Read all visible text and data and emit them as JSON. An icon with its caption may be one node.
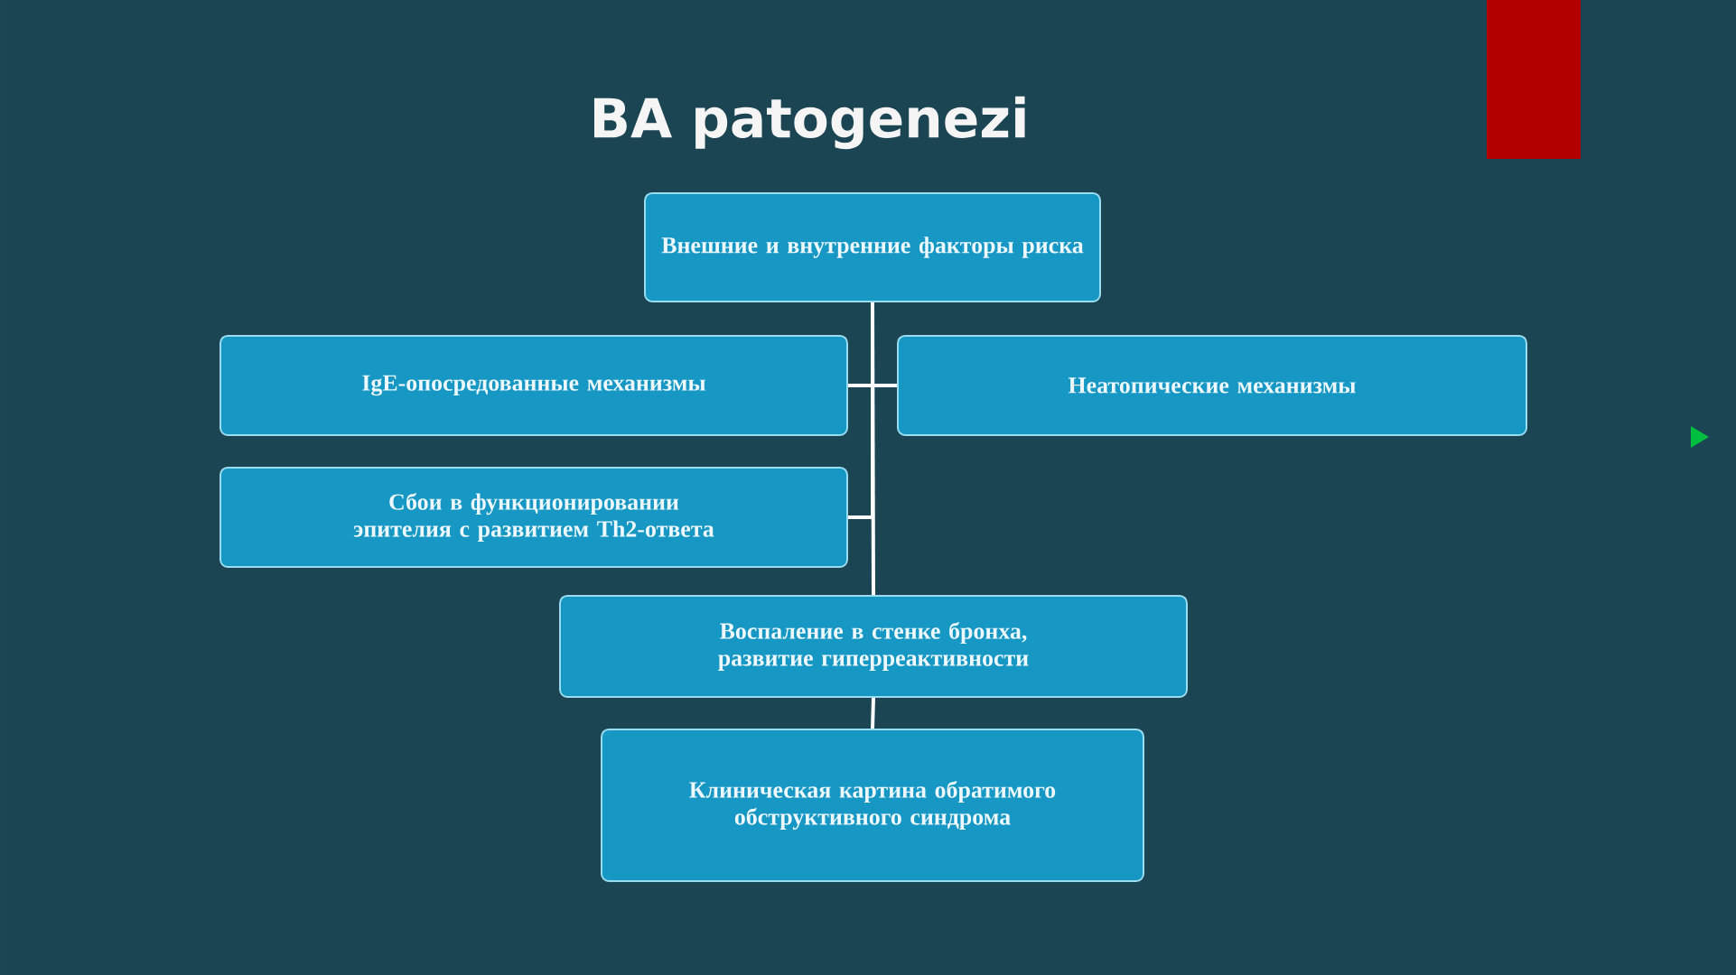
{
  "diagram": {
    "title": "BA patogenezi",
    "nodes": [
      {
        "text": [
          "Внешние и внутренние факторы риска"
        ]
      },
      {
        "text": [
          "IgE-опосредованные механизмы"
        ]
      },
      {
        "text": [
          "Неатопические механизмы"
        ]
      },
      {
        "text": [
          "Сбои в функционировании эпителия с развитием Th2-ответа"
        ]
      },
      {
        "text": [
          "Воспаление в стенке бронха, развитие гиперреактивности"
        ]
      },
      {
        "text": [
          "Клиническая картина обратимого обструктивного синдрома"
        ]
      }
    ],
    "edges": [
      {
        "from": 0,
        "to": 1,
        "arrow": "none"
      },
      {
        "from": 0,
        "to": 2,
        "arrow": "none"
      },
      {
        "from": 0,
        "to": 3,
        "arrow": "none"
      },
      {
        "from": 0,
        "to": 4,
        "arrow": "none"
      },
      {
        "from": 4,
        "to": 5,
        "arrow": "none"
      }
    ]
  }
}
